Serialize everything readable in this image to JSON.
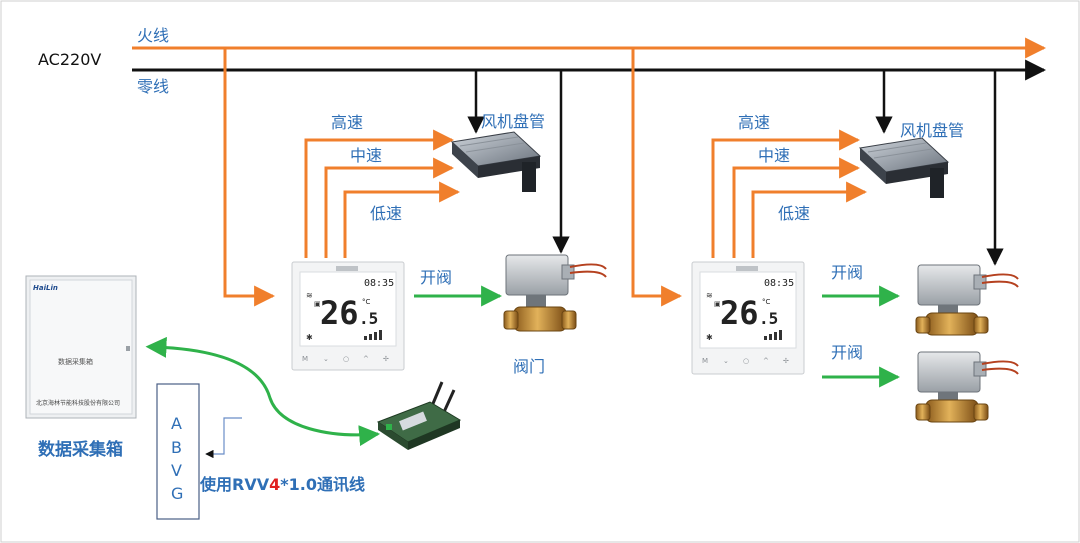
{
  "mains": {
    "voltage": "AC220V",
    "live": "火线",
    "neutral": "零线"
  },
  "zone1": {
    "high": "高速",
    "mid": "中速",
    "low": "低速",
    "fcu": "风机盘管",
    "open": "开阀",
    "valve": "阀门",
    "thermostat": {
      "time": "08:35",
      "temp_int": "26",
      "temp_dec": ".5",
      "unit": "°C"
    }
  },
  "zone2": {
    "high": "高速",
    "mid": "中速",
    "low": "低速",
    "fcu": "风机盘管",
    "open1": "开阀",
    "open2": "开阀",
    "thermostat": {
      "time": "08:35",
      "temp_int": "26",
      "temp_dec": ".5",
      "unit": "°C"
    }
  },
  "collector": {
    "brand": "HaiLin",
    "name": "数据采集箱",
    "company": "北京海林节能科技股份有限公司",
    "caption": "数据采集箱"
  },
  "bus": {
    "letters": [
      "A",
      "B",
      "V",
      "G"
    ],
    "cable_prefix": "使用RVV",
    "cable_highlight": "4",
    "cable_suffix": "*1.0通讯线"
  },
  "colors": {
    "live": "#f07f2c",
    "neutral": "#111111",
    "signal": "#2fb24a",
    "label": "#2f6fb6",
    "highlight": "#e02020"
  }
}
